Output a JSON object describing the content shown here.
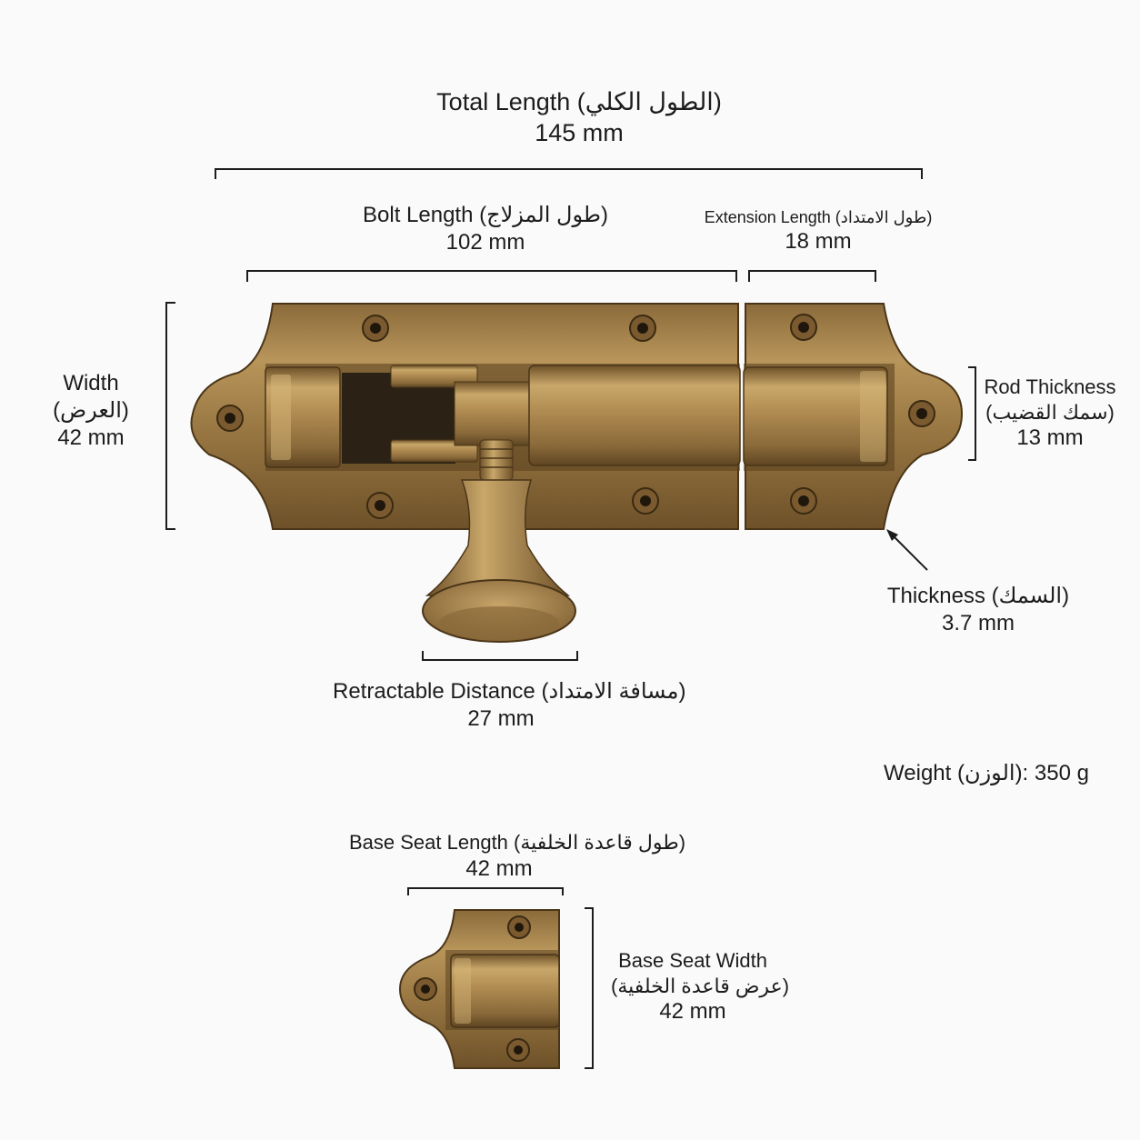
{
  "labels": {
    "total_length": {
      "title": "Total Length (الطول الكلي)",
      "value": "145 mm"
    },
    "bolt_length": {
      "title": "Bolt Length (طول المزلاج)",
      "value": "102 mm"
    },
    "extension_length": {
      "title": "Extension Length (طول الامتداد)",
      "value": "18 mm"
    },
    "width": {
      "title": "Width",
      "title_ar": "(العرض)",
      "value": "42 mm"
    },
    "rod_thickness": {
      "title": "Rod Thickness",
      "title_ar": "(سمك القضيب)",
      "value": "13 mm"
    },
    "thickness": {
      "title": "Thickness (السمك)",
      "value": "3.7 mm"
    },
    "retractable_distance": {
      "title": "Retractable Distance (مسافة الامتداد)",
      "value": "27 mm"
    },
    "weight": {
      "text": "Weight (الوزن): 350 g"
    },
    "base_seat_length": {
      "title": "Base Seat Length (طول قاعدة الخلفية)",
      "value": "42 mm"
    },
    "base_seat_width": {
      "title": "Base Seat Width",
      "title_ar": "(عرض قاعدة الخلفية)",
      "value": "42 mm"
    }
  },
  "colors": {
    "brass_light": "#c9a76a",
    "brass_mid": "#a07c45",
    "brass_dark": "#5e4522",
    "line": "#1c1c1c",
    "background": "#fafafa"
  }
}
